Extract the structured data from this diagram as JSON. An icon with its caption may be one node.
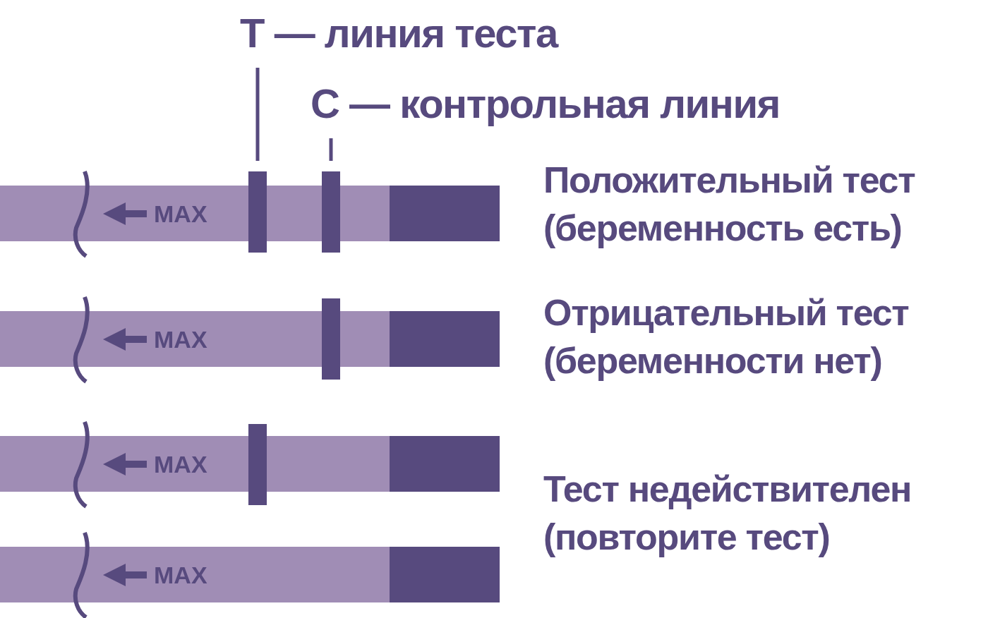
{
  "diagram": {
    "nodes": [
      {
        "text": [
          "T — линия теста"
        ]
      },
      {
        "text": [
          "C — контрольная линия"
        ]
      },
      {
        "text": [],
        "shape": "bar"
      },
      {
        "text": [],
        "shape": "bar"
      },
      {
        "text": [],
        "shape": "bar"
      },
      {
        "text": [],
        "shape": "bar"
      }
    ],
    "edges": [
      {
        "from": 0,
        "to": 2,
        "arrow": "none"
      },
      {
        "from": 1,
        "to": 3,
        "arrow": "none"
      }
    ],
    "labels": [
      "MAX",
      "Положительный тест (беременность есть)",
      "MAX",
      "Отрицательный тест (беременности нет)",
      "MAX",
      "MAX",
      "Тест недействителен (повторите тест)"
    ]
  }
}
